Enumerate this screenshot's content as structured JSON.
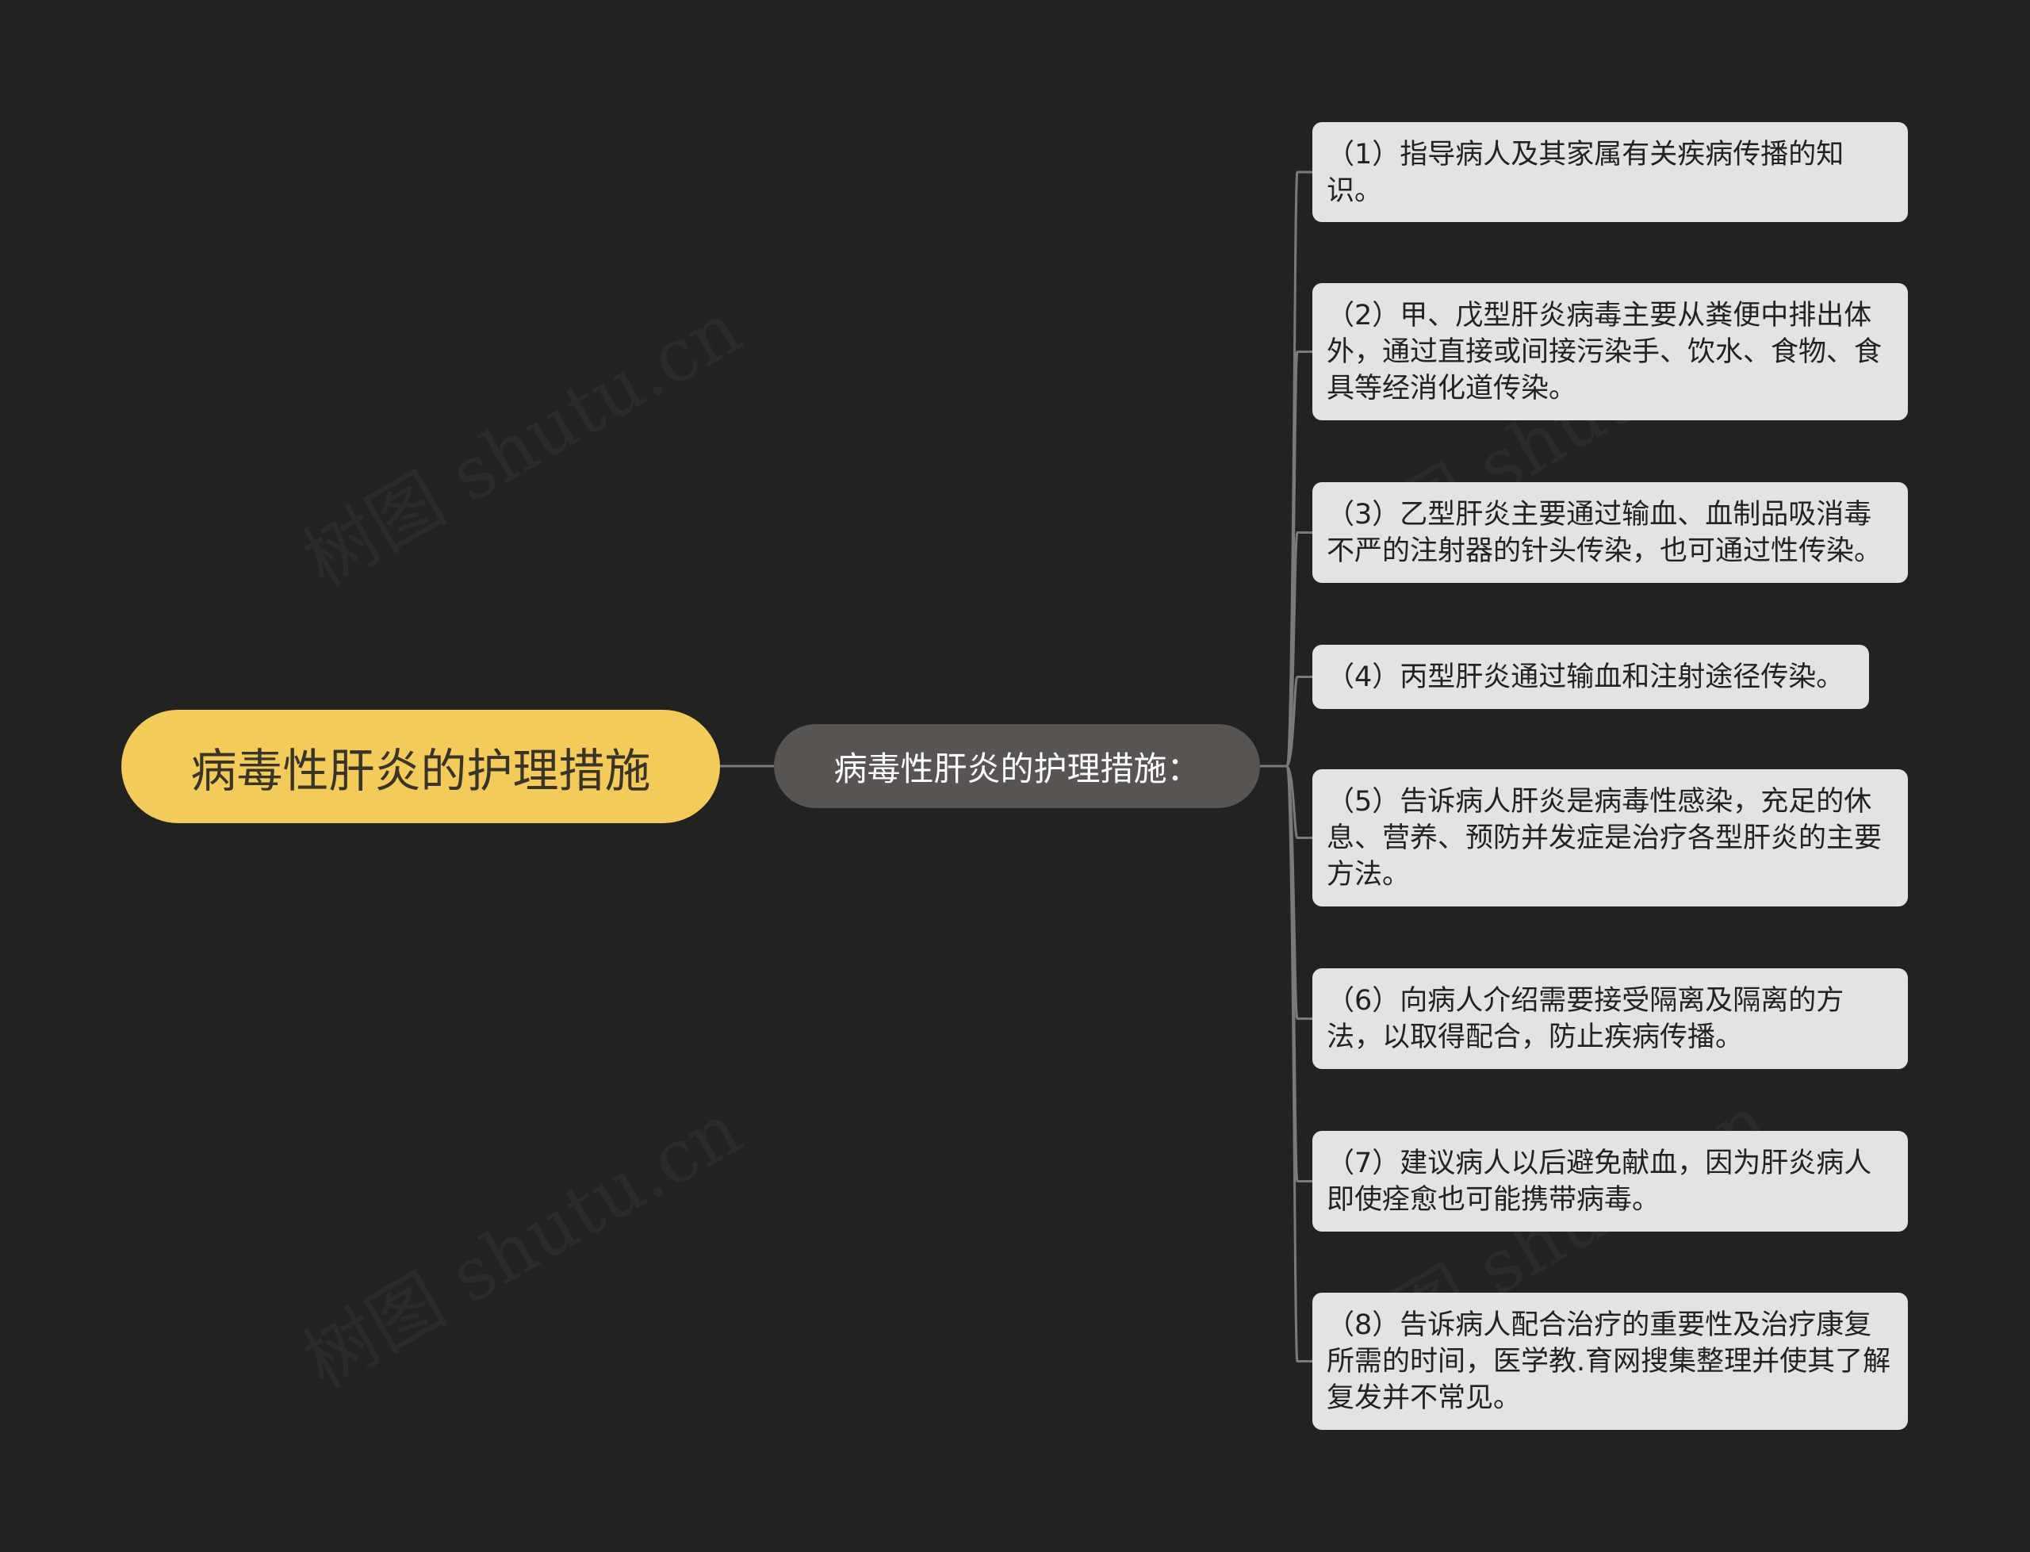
{
  "root": {
    "label": "病毒性肝炎的护理措施"
  },
  "branch": {
    "label": "病毒性肝炎的护理措施："
  },
  "items": [
    "（1）指导病人及其家属有关疾病传播的知识。",
    "（2）甲、戊型肝炎病毒主要从粪便中排出体外，通过直接或间接污染手、饮水、食物、食具等经消化道传染。",
    "（3）乙型肝炎主要通过输血、血制品吸消毒不严的注射器的针头传染，也可通过性传染。",
    "（4）丙型肝炎通过输血和注射途径传染。",
    "（5）告诉病人肝炎是病毒性感染，充足的休息、营养、预防并发症是治疗各型肝炎的主要方法。",
    "（6）向病人介绍需要接受隔离及隔离的方法，以取得配合，防止疾病传播。",
    "（7）建议病人以后避免献血，因为肝炎病人即使痊愈也可能携带病毒。",
    "（8）告诉病人配合治疗的重要性及治疗康复所需的时间，医学教.育网搜集整理并使其了解复发并不常见。"
  ],
  "watermark": "树图 shutu.cn",
  "colors": {
    "background": "#222220",
    "root_fill": "#f2cb5b",
    "branch_fill": "#575451",
    "leaf_fill": "#e3e3e3",
    "connector": "#7a7a7a"
  }
}
